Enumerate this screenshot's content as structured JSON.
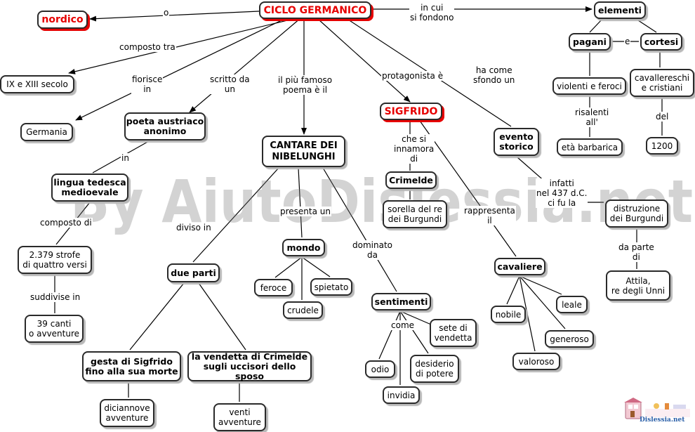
{
  "watermark": "By AiutoDislessia.net",
  "logo_text": "Dislessia.net",
  "nodes": {
    "ciclo": "CICLO GERMANICO",
    "nordico": "nordico",
    "secolo": "IX e XIII secolo",
    "germania": "Germania",
    "poeta": "poeta austriaco\nanonimo",
    "lingua": "lingua tedesca\nmedioevale",
    "strofe": "2.379 strofe\ndi quattro versi",
    "canti": "39 canti\no avventure",
    "cantare": "CANTARE DEI\nNIBELUNGHI",
    "due_parti": "due parti",
    "gesta": "gesta di Sigfrido\nfino alla sua morte",
    "vendetta_crimelde": "la vendetta di Crimelde\nsugli uccisori dello sposo",
    "diciannove": "diciannove\navventure",
    "venti": "venti\navventure",
    "mondo": "mondo",
    "feroce": "feroce",
    "spietato": "spietato",
    "crudele": "crudele",
    "sentimenti": "sentimenti",
    "sete": "sete di\nvendetta",
    "odio": "odio",
    "desiderio": "desiderio\ndi potere",
    "invidia": "invidia",
    "sigfrido": "SIGFRIDO",
    "crimelde": "Crimelde",
    "sorella": "sorella del re\ndei Burgundi",
    "cavaliere": "cavaliere",
    "nobile": "nobile",
    "leale": "leale",
    "generoso": "generoso",
    "valoroso": "valoroso",
    "elementi": "elementi",
    "pagani": "pagani",
    "cortesi": "cortesi",
    "violenti": "violenti e feroci",
    "cavallereschi": "cavallereschi\ne cristiani",
    "eta": "età barbarica",
    "anno": "1200",
    "evento": "evento\nstorico",
    "distruzione": "distruzione\ndei Burgundi",
    "attila": "Attila,\nre degli Unni"
  },
  "labels": {
    "o": "o",
    "in_cui": "in cui\nsi fondono",
    "composto_tra": "composto tra",
    "fiorisce": "fiorisce\nin",
    "scritto": "scritto da\nun",
    "famoso": "il più famoso\npoema è il",
    "protagonista": "protagonista è",
    "sfondo": "ha come\nsfondo un",
    "e": "e",
    "in_lingua": "in",
    "composto_di": "composto di",
    "suddivise": "suddivise in",
    "diviso": "diviso in",
    "presenta": "presenta un",
    "dominato": "dominato\nda",
    "come": "come",
    "innamora": "che si\ninnamora\ndi",
    "rappresenta": "rappresenta\nil",
    "risalenti": "risalenti\nall'",
    "del": "del",
    "infatti": "infatti\nnel 437 d.C.\nci fu la",
    "da_parte": "da parte\ndi"
  }
}
